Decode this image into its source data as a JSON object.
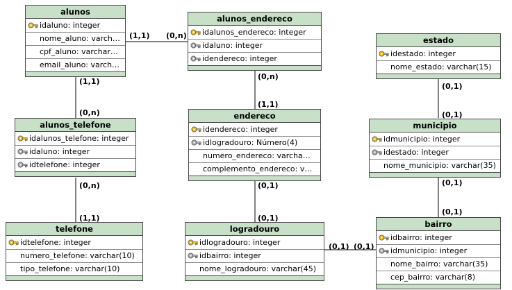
{
  "colors": {
    "header_fill": "#c8e0c8",
    "border": "#4a4a4a",
    "primary_key": "#e8b820",
    "foreign_key": "#a8a8a8"
  },
  "entities": {
    "alunos": {
      "title": "alunos",
      "attrs": [
        {
          "text": "idaluno: integer",
          "key": "primary-key-icon"
        },
        {
          "text": "nome_aluno: varch…",
          "key": ""
        },
        {
          "text": "cpf_aluno: varchar…",
          "key": ""
        },
        {
          "text": "email_aluno: varch…",
          "key": ""
        }
      ]
    },
    "alunos_endereco": {
      "title": "alunos_endereco",
      "attrs": [
        {
          "text": "idalunos_endereco: integer",
          "key": "primary-key-icon"
        },
        {
          "text": "idaluno: integer",
          "key": "foreign-key-icon"
        },
        {
          "text": "idendereco: integer",
          "key": "foreign-key-icon"
        }
      ]
    },
    "estado": {
      "title": "estado",
      "attrs": [
        {
          "text": "idestado: integer",
          "key": "primary-key-icon"
        },
        {
          "text": "nome_estado: varchar(15)",
          "key": ""
        }
      ]
    },
    "alunos_telefone": {
      "title": "alunos_telefone",
      "attrs": [
        {
          "text": "idalunos_telefone: integer",
          "key": "primary-key-icon"
        },
        {
          "text": "idaluno: integer",
          "key": "foreign-key-icon"
        },
        {
          "text": "idtelefone: integer",
          "key": "foreign-key-icon"
        }
      ]
    },
    "endereco": {
      "title": "endereco",
      "attrs": [
        {
          "text": "idendereco: integer",
          "key": "primary-key-icon"
        },
        {
          "text": "idlogradouro: Número(4)",
          "key": "foreign-key-icon"
        },
        {
          "text": "numero_endereco: varcha…",
          "key": ""
        },
        {
          "text": "complemento_endereco: v…",
          "key": ""
        }
      ]
    },
    "municipio": {
      "title": "municipio",
      "attrs": [
        {
          "text": "idmunicipio: integer",
          "key": "primary-key-icon"
        },
        {
          "text": "idestado: integer",
          "key": "foreign-key-icon"
        },
        {
          "text": "nome_municipio: varchar(35)",
          "key": ""
        }
      ]
    },
    "telefone": {
      "title": "telefone",
      "attrs": [
        {
          "text": "idtelefone: integer",
          "key": "primary-key-icon"
        },
        {
          "text": "numero_telefone: varchar(10)",
          "key": ""
        },
        {
          "text": "tipo_telefone: varchar(10)",
          "key": ""
        }
      ]
    },
    "logradouro": {
      "title": "logradouro",
      "attrs": [
        {
          "text": "idlogradouro: integer",
          "key": "primary-key-icon"
        },
        {
          "text": "idbairro: integer",
          "key": "foreign-key-icon"
        },
        {
          "text": "nome_logradouro: varchar(45)",
          "key": ""
        }
      ]
    },
    "bairro": {
      "title": "bairro",
      "attrs": [
        {
          "text": "idbairro: integer",
          "key": "primary-key-icon"
        },
        {
          "text": "idmunicipio: integer",
          "key": "foreign-key-icon"
        },
        {
          "text": "nome_bairro: varchar(35)",
          "key": ""
        },
        {
          "text": "cep_bairro: varchar(8)",
          "key": ""
        }
      ]
    }
  },
  "relationships": [
    {
      "from_card": "(1,1)",
      "to_card": "(0,n)"
    },
    {
      "from_card": "(1,1)",
      "to_card": "(0,n)"
    },
    {
      "from_card": "(0,n)",
      "to_card": "(1,1)"
    },
    {
      "from_card": "(0,n)",
      "to_card": "(1,1)"
    },
    {
      "from_card": "(0,1)",
      "to_card": "(0,1)"
    },
    {
      "from_card": "(0,1)",
      "to_card": "(0,1)"
    },
    {
      "from_card": "(0,1)",
      "to_card": "(0,1)"
    },
    {
      "from_card": "(0,1)",
      "to_card": "(0,1)"
    }
  ]
}
